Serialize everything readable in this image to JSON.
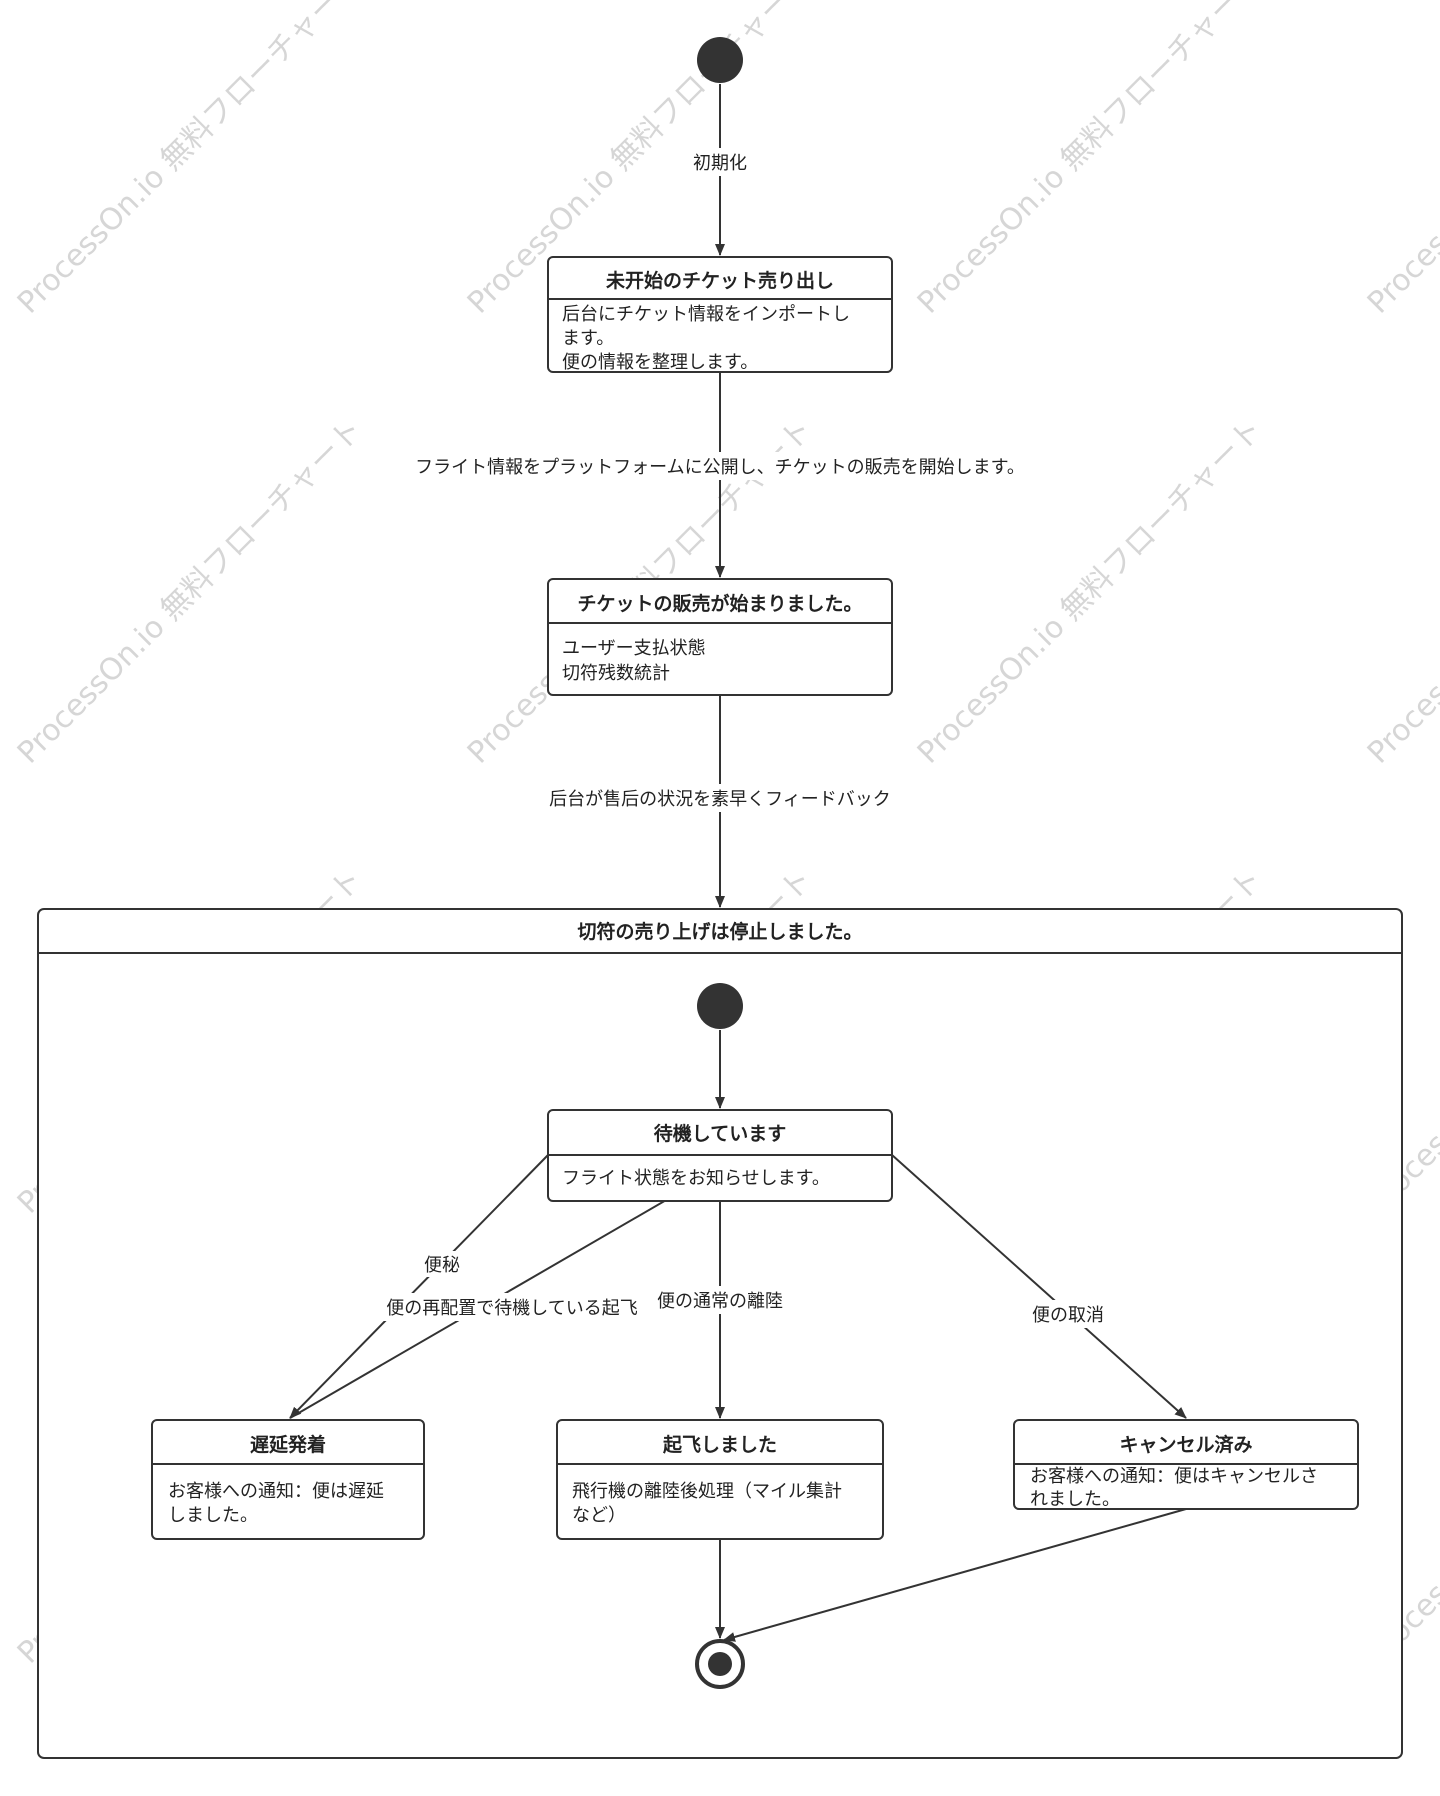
{
  "watermark": "ProcessOn.io 無料フローチャート",
  "states": {
    "not_started": {
      "title": "未开始のチケット売り出し",
      "body": [
        "后台にチケット情報をインポートし",
        "ます。",
        "便の情報を整理します。"
      ]
    },
    "sales_started": {
      "title": "チケットの販売が始まりました。",
      "body": [
        "ユーザー支払状態",
        "切符残数統計"
      ]
    },
    "composite": {
      "title": "切符の売り上げは停止しました。"
    },
    "waiting": {
      "title": "待機しています",
      "body": [
        "フライト状態をお知らせします。"
      ]
    },
    "delayed": {
      "title": "遅延発着",
      "body": [
        "お客様への通知：便は遅延",
        "しました。"
      ]
    },
    "departed": {
      "title": "起飞しました",
      "body": [
        "飛行機の離陸後処理（マイル集計",
        "など）"
      ]
    },
    "cancelled": {
      "title": "キャンセル済み",
      "body": [
        "お客様への通知：便はキャンセルさ",
        "れました。"
      ]
    }
  },
  "transitions": {
    "init": "初期化",
    "publish": "フライト情報をプラットフォームに公開し、チケットの販売を開始します。",
    "feedback": "后台が售后の状況を素早くフィードバック",
    "delay": "便秘",
    "reassign": "便の再配置で待機している起飞",
    "normal": "便の通常の離陸",
    "cancel": "便の取消"
  }
}
